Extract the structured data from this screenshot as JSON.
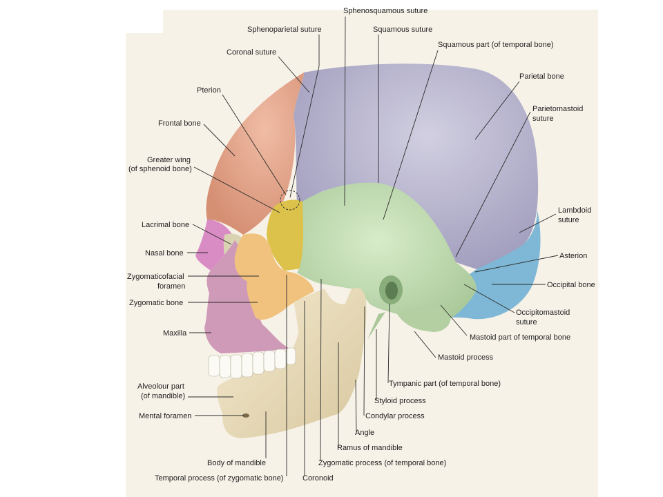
{
  "diagram": {
    "subject": "Lateral view of the skull",
    "colors": {
      "frontal": "#e7a98e",
      "parietal": "#b9b6cf",
      "temporal": "#c3dcb3",
      "occipital": "#7fb8d6",
      "sphenoid": "#dcc24b",
      "zygomatic": "#f0c27e",
      "maxilla": "#cf99b8",
      "nasal": "#d98bc4",
      "lacrimal": "#d9d3b2",
      "mandible": "#ece0bf",
      "teeth": "#fbfaf4",
      "background": "#f7f2e8"
    },
    "labels": {
      "sphenosquamous_suture": "Sphenosquamous suture",
      "sphenoparietal_suture": "Sphenoparietal suture",
      "squamous_suture": "Squamous suture",
      "squamous_part": "Squamous part (of temporal bone)",
      "coronal_suture": "Coronal suture",
      "parietal_bone": "Parietal bone",
      "pterion": "Pterion",
      "parietomastoid_suture_1": "Parietomastoid",
      "parietomastoid_suture_2": "suture",
      "frontal_bone": "Frontal bone",
      "greater_wing_1": "Greater wing",
      "greater_wing_2": "(of sphenoid bone)",
      "lambdoid_suture_1": "Lambdoid",
      "lambdoid_suture_2": "suture",
      "lacrimal_bone": "Lacrimal bone",
      "nasal_bone": "Nasal bone",
      "asterion": "Asterion",
      "zygomaticofacial_1": "Zygomaticofacial",
      "zygomaticofacial_2": "foramen",
      "occipital_bone": "Occipital bone",
      "zygomatic_bone": "Zygomatic bone",
      "occipitomastoid_1": "Occipitomastoid",
      "occipitomastoid_2": "suture",
      "maxilla": "Maxilla",
      "mastoid_part": "Mastoid part of temporal bone",
      "mastoid_process": "Mastoid process",
      "alveolar_part_1": "Alveolour part",
      "alveolar_part_2": "(of mandible)",
      "tympanic_part": "Tympanic part (of temporal bone)",
      "mental_foramen": "Mental foramen",
      "styloid_process": "Styloid process",
      "condylar_process": "Condylar process",
      "angle": "Angle",
      "ramus_of_mandible": "Ramus of mandible",
      "body_of_mandible": "Body of mandible",
      "zygomatic_process": "Zygomatic process (of temporal bone)",
      "temporal_process": "Temporal process (of zygomatic bone)",
      "coronoid": "Coronoid"
    }
  }
}
